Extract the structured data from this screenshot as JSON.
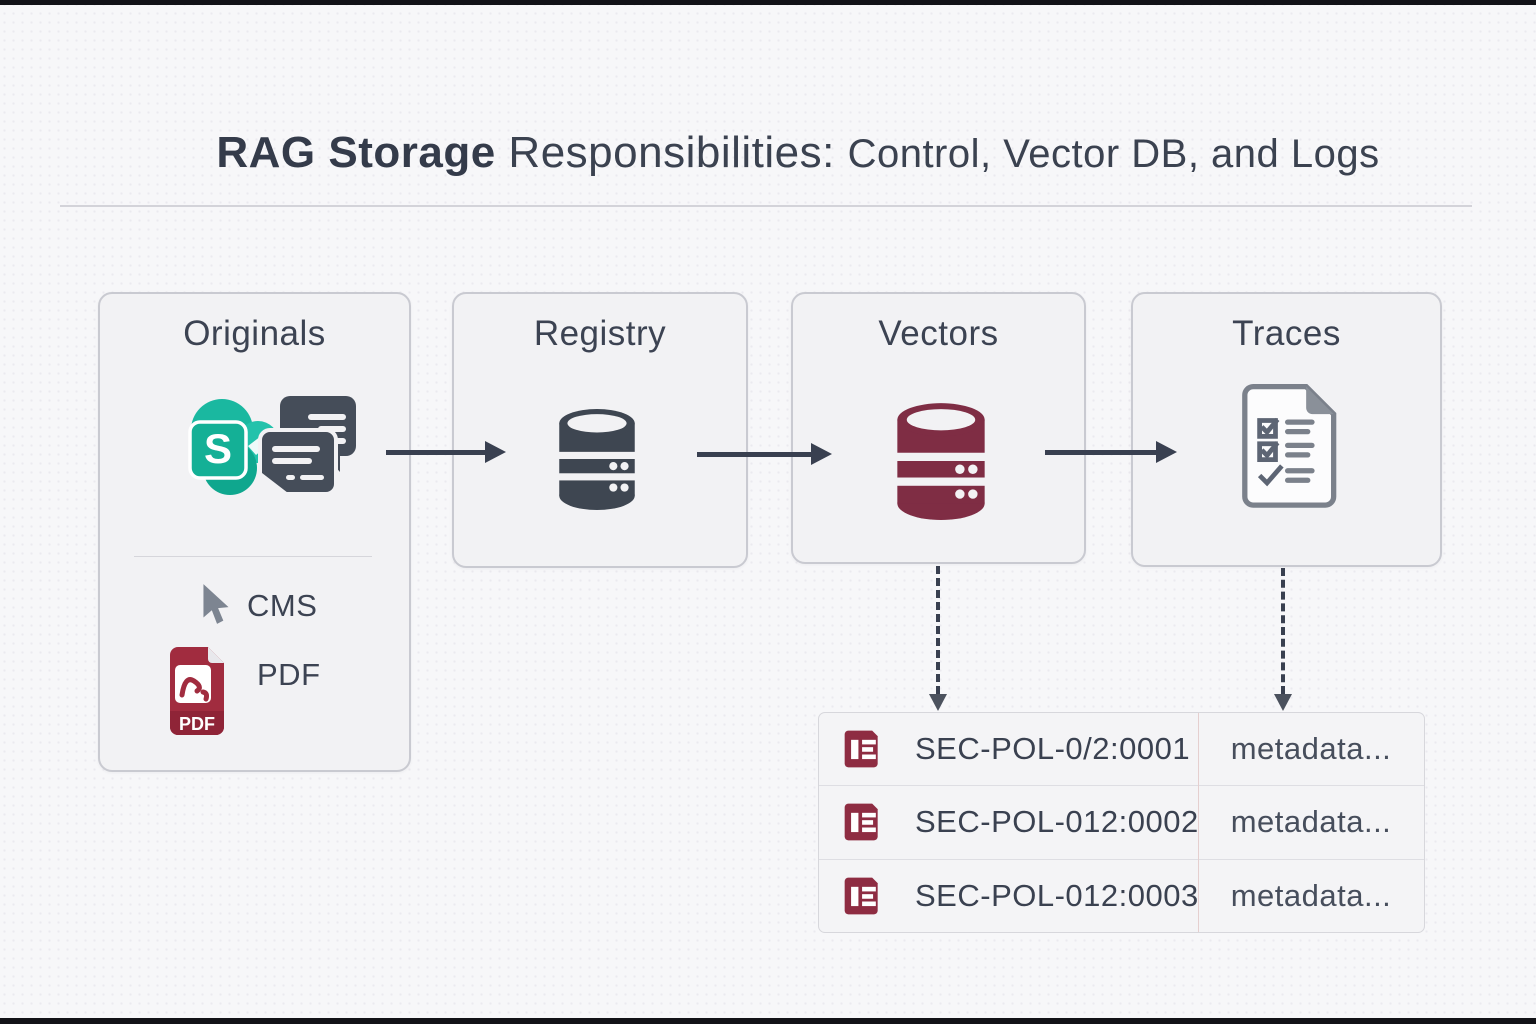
{
  "title": {
    "emphasis": "RAG Storage",
    "mid": " Responsibilities: ",
    "tail": "Control, Vector DB, and Logs"
  },
  "nodes": [
    {
      "id": "originals",
      "label": "Originals",
      "icons": [
        "sharepoint-icon",
        "documents-icon"
      ]
    },
    {
      "id": "registry",
      "label": "Registry",
      "icons": [
        "database-icon"
      ],
      "icon_color": "#3e4651"
    },
    {
      "id": "vectors",
      "label": "Vectors",
      "icons": [
        "database-icon"
      ],
      "icon_color": "#7f2d44"
    },
    {
      "id": "traces",
      "label": "Traces",
      "icons": [
        "checklist-doc-icon"
      ]
    }
  ],
  "flow": [
    {
      "from": "originals",
      "to": "registry",
      "style": "solid-arrow"
    },
    {
      "from": "registry",
      "to": "vectors",
      "style": "solid-arrow"
    },
    {
      "from": "vectors",
      "to": "traces",
      "style": "solid-arrow"
    },
    {
      "from": "vectors",
      "to": "log-table",
      "style": "dashed-arrow"
    },
    {
      "from": "traces",
      "to": "log-table",
      "style": "dashed-arrow"
    }
  ],
  "originals_sources": [
    {
      "icon": "cursor-icon",
      "label": "CMS"
    },
    {
      "icon": "pdf-file-icon",
      "label": "PDF"
    }
  ],
  "sharepoint_letter": "S",
  "pdf_badge": "PDF",
  "table": {
    "rows": [
      {
        "icon": "policy-doc-icon",
        "id": "SEC-POL-0/2:0001",
        "meta": "metadata..."
      },
      {
        "icon": "policy-doc-icon",
        "id": "SEC-POL-012:0002",
        "meta": "metadata..."
      },
      {
        "icon": "policy-doc-icon",
        "id": "SEC-POL-012:0003",
        "meta": "metadata..."
      }
    ]
  },
  "colors": {
    "background": "#f7f7f9",
    "panel_fill": "#f2f2f4",
    "panel_border": "#c9cad1",
    "text_dark": "#3b4250",
    "arrow": "#394050",
    "teal": "#14b39a",
    "slate_icon": "#454d59",
    "maroon_db": "#7f2d44",
    "pdf_red": "#a12c3f",
    "row_icon_maroon": "#8e2c42",
    "table_col_divider": "#e5cfcf"
  }
}
